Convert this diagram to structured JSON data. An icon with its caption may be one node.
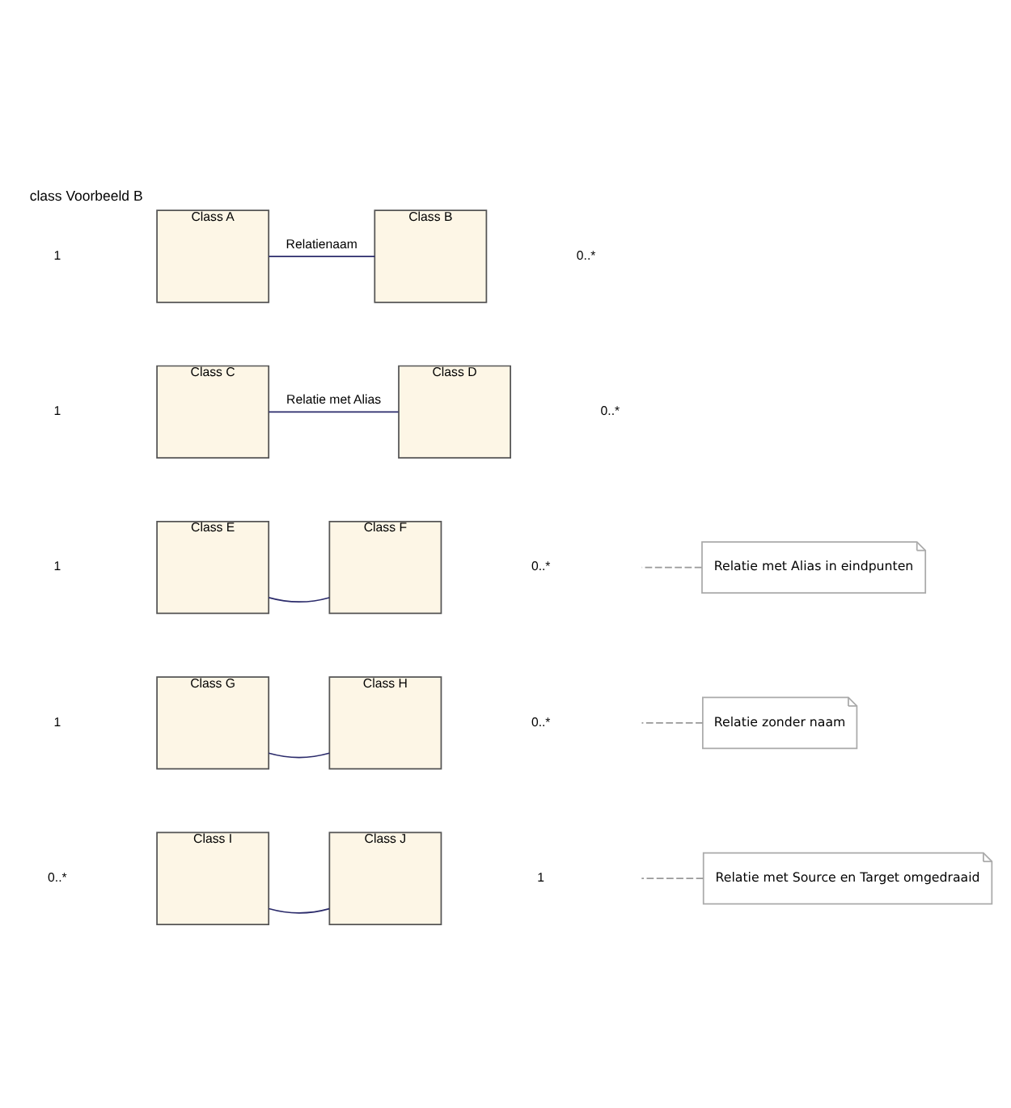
{
  "diagram": {
    "title": "class Voorbeeld B",
    "nodes": [
      {
        "text": [
          "Class A"
        ]
      },
      {
        "text": [
          "Class B"
        ]
      },
      {
        "text": [
          "Class C"
        ]
      },
      {
        "text": [
          "Class D"
        ]
      },
      {
        "text": [
          "Relatie met Alias in eindpunten"
        ]
      },
      {
        "text": [
          "Class E"
        ]
      },
      {
        "text": [
          "Class F"
        ]
      },
      {
        "text": [
          "Relatie zonder naam"
        ]
      },
      {
        "text": [
          "Class G"
        ]
      },
      {
        "text": [
          "Class H"
        ]
      },
      {
        "text": [
          "Class I"
        ]
      },
      {
        "text": [
          "Class J"
        ]
      },
      {
        "text": [
          "Relatie met Source en Target omgedraaid"
        ]
      }
    ],
    "edges": [
      {
        "from": 0,
        "to": 1,
        "arrow": "none",
        "label": "Relatienaam"
      },
      {
        "from": 2,
        "to": 3,
        "arrow": "none",
        "label": "Relatie met Alias"
      },
      {
        "from": 5,
        "to": 6,
        "arrow": "none"
      },
      {
        "from": 4,
        "to": null,
        "arrow": "none",
        "style": "dashed",
        "color": "#999999"
      },
      {
        "from": 8,
        "to": 9,
        "arrow": "none"
      },
      {
        "from": 7,
        "to": null,
        "arrow": "none",
        "style": "dashed",
        "color": "#999999"
      },
      {
        "from": 10,
        "to": 11,
        "arrow": "none"
      },
      {
        "from": 12,
        "to": null,
        "arrow": "none",
        "style": "dashed",
        "color": "#999999"
      }
    ],
    "labels": [
      "1",
      "0..*",
      "1",
      "0..*",
      "1",
      "0..*",
      "1",
      "0..*",
      "0..*",
      "1"
    ]
  }
}
